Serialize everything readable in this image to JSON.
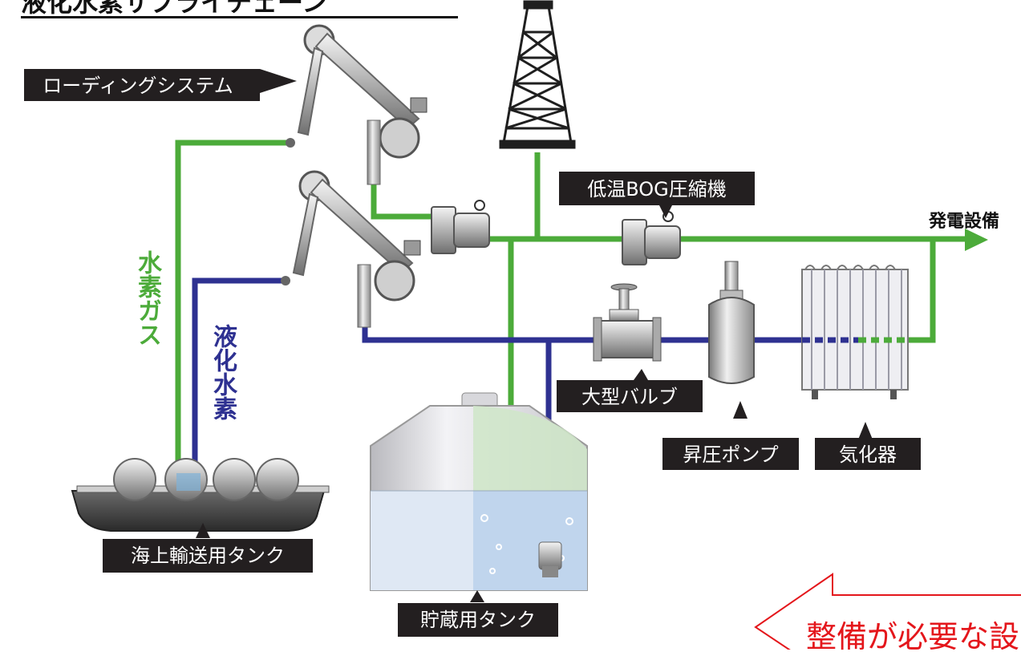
{
  "title": "液化水素サプライチェーン",
  "labels": {
    "loading_system": "ローディングシステム",
    "bog_compressor": "低温BOG圧縮機",
    "power_plant": "発電設備",
    "large_valve": "大型バルブ",
    "booster_pump": "昇圧ポンプ",
    "vaporizer": "気化器",
    "marine_tank": "海上輸送用タンク",
    "storage_tank": "貯蔵用タンク",
    "hydrogen_gas": "水素ガス",
    "liquid_hydrogen": "液化水素",
    "callout": "整備が必要な設"
  },
  "colors": {
    "gas_line": "#4cab3a",
    "liquid_line": "#2e3191",
    "label_bg": "#231f20",
    "callout": "#e4161b"
  }
}
